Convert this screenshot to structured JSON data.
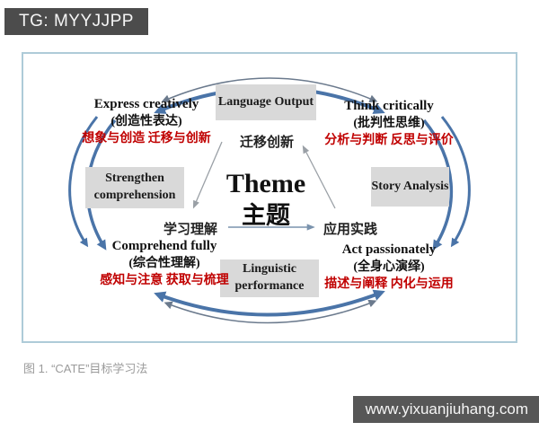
{
  "badges": {
    "top": "TG: MYYJJPP",
    "bottom": "www.yixuanjiuhang.com"
  },
  "caption": "图 1. “CATE”目标学习法",
  "diagram": {
    "center": {
      "en": "Theme",
      "zh": "主题"
    },
    "nodes": {
      "top": "Language Output",
      "left": "Strengthen comprehension",
      "right": "Story Analysis",
      "bottom": "Linguistic performance"
    },
    "cycle": {
      "top": "迁移创新",
      "left": "学习理解",
      "right": "应用实践"
    },
    "corners": {
      "top_left": {
        "en": "Express creatively",
        "zh": "(创造性表达)",
        "red": "想象与创造 迁移与创新"
      },
      "top_right": {
        "en": "Think critically",
        "zh": "(批判性思维)",
        "red": "分析与判断 反思与评价"
      },
      "bottom_left": {
        "en": "Comprehend fully",
        "zh": "(综合性理解)",
        "red": "感知与注意 获取与梳理"
      },
      "bottom_right": {
        "en": "Act passionately",
        "zh": "(全身心演绎)",
        "red": "描述与阐释 内化与运用"
      }
    },
    "colors": {
      "arrow_blue": "#4a74a8",
      "arrow_thin": "#6b7a8d",
      "arrow_gray": "#9aa0a6",
      "arrow_steel": "#7a93ad",
      "red_text": "#c00000",
      "box_bg": "#d9d9d9",
      "frame_border": "#aecbd8",
      "badge_bg": "#4c4c4c"
    }
  }
}
